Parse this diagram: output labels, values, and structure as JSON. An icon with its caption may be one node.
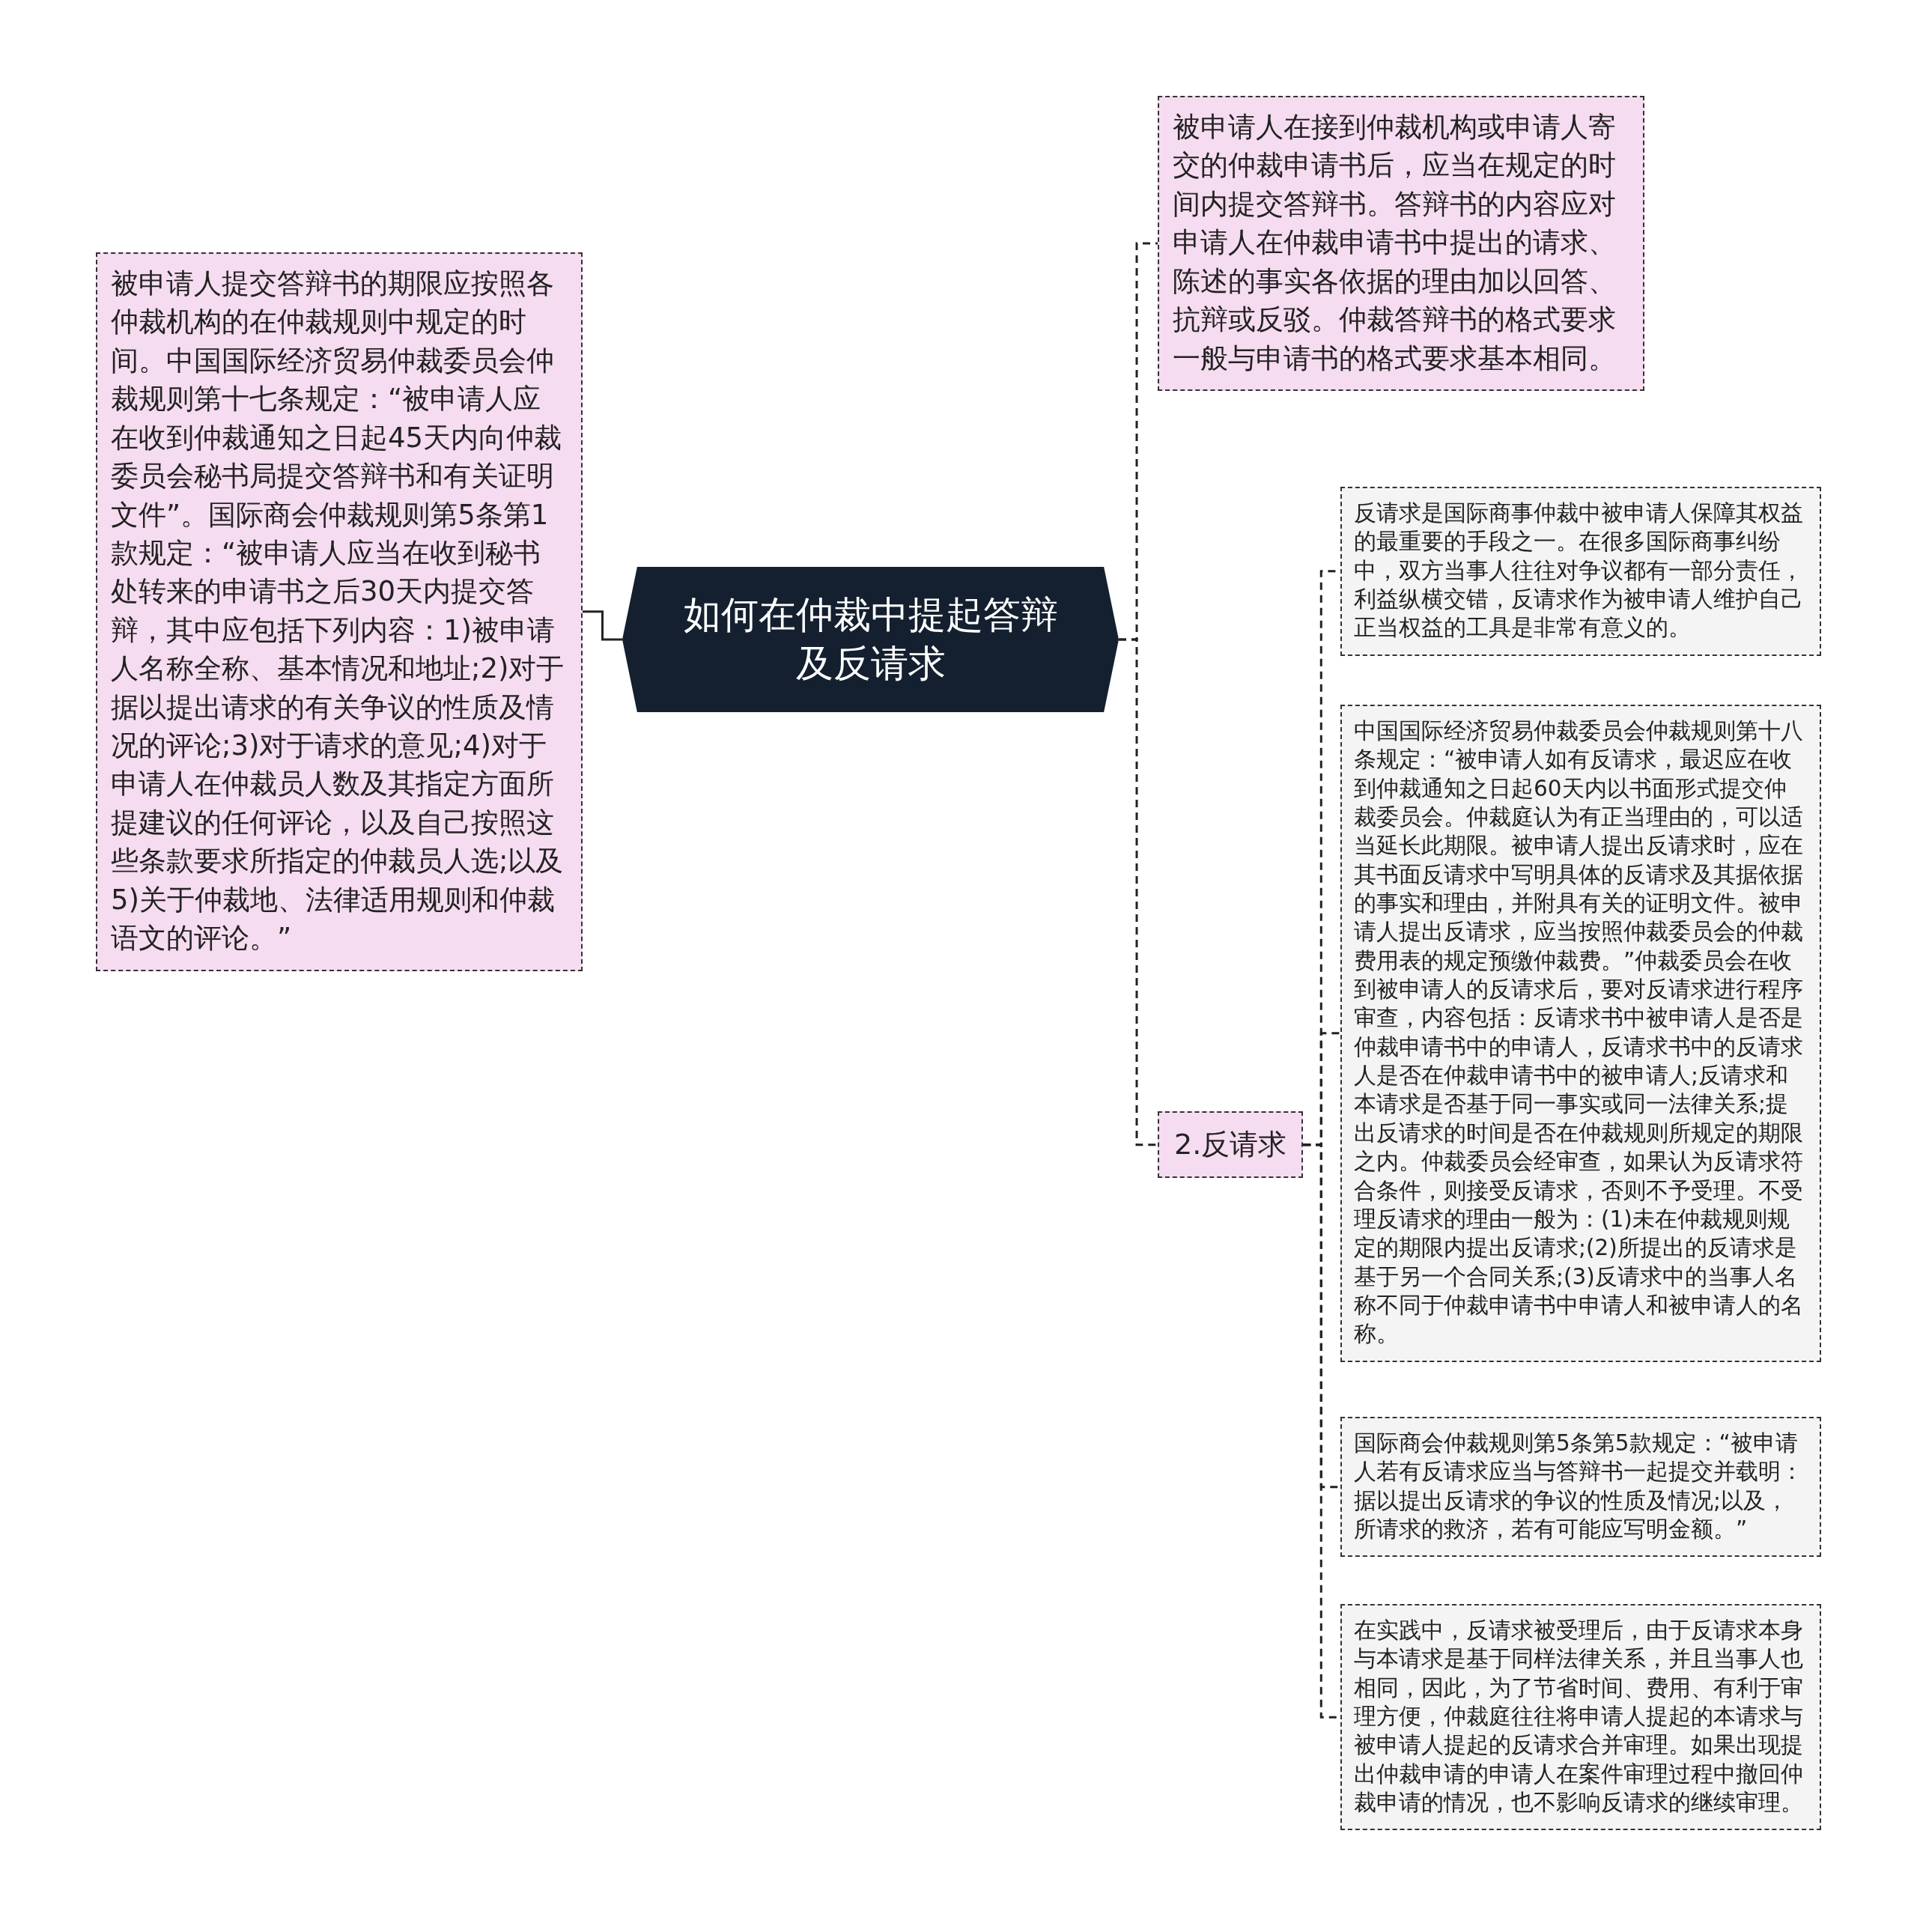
{
  "diagram": {
    "nodes": [
      {
        "text": [
          "如何在仲裁中提起答辩及反请求"
        ]
      },
      {
        "text": [
          "被申请人提交答辩书的期限应按照各仲裁机构的在仲裁规则中规定的时间。中国国际经济贸易仲裁委员会仲裁规则第十七条规定：“被申请人应在收到仲裁通知之日起45天内向仲裁委员会秘书局提交答辩书和有关证明文件”。国际商会仲裁规则第5条第1款规定：“被申请人应当在收到秘书处转来的申请书之后30天内提交答辩，其中应包括下列内容：1)被申请人名称全称、基本情况和地址;2)对于据以提出请求的有关争议的性质及情况的评论;3)对于请求的意见;4)对于申请人在仲裁员人数及其指定方面所提建议的任何评论，以及自己按照这些条款要求所指定的仲裁员人选;以及5)关于仲裁地、法律适用规则和仲裁语文的评论。”"
        ]
      },
      {
        "text": [
          "被申请人在接到仲裁机构或申请人寄交的仲裁申请书后，应当在规定的时间内提交答辩书。答辩书的内容应对申请人在仲裁申请书中提出的请求、陈述的事实各依据的理由加以回答、抗辩或反驳。仲裁答辩书的格式要求一般与申请书的格式要求基本相同。"
        ]
      },
      {
        "text": [
          "2.反请求"
        ]
      },
      {
        "text": [
          "反请求是国际商事仲裁中被申请人保障其权益的最重要的手段之一。在很多国际商事纠纷中，双方当事人往往对争议都有一部分责任，利益纵横交错，反请求作为被申请人维护自己正当权益的工具是非常有意义的。"
        ]
      },
      {
        "text": [
          "中国国际经济贸易仲裁委员会仲裁规则第十八条规定：“被申请人如有反请求，最迟应在收到仲裁通知之日起60天内以书面形式提交仲裁委员会。仲裁庭认为有正当理由的，可以适当延长此期限。被申请人提出反请求时，应在其书面反请求中写明具体的反请求及其据依据的事实和理由，并附具有关的证明文件。被申请人提出反请求，应当按照仲裁委员会的仲裁费用表的规定预缴仲裁费。”仲裁委员会在收到被申请人的反请求后，要对反请求进行程序审查，内容包括：反请求书中被申请人是否是仲裁申请书中的申请人，反请求书中的反请求人是否在仲裁申请书中的被申请人;反请求和本请求是否基于同一事实或同一法律关系;提出反请求的时间是否在仲裁规则所规定的期限之内。仲裁委员会经审查，如果认为反请求符合条件，则接受反请求，否则不予受理。不受理反请求的理由一般为：(1)未在仲裁规则规定的期限内提出反请求;(2)所提出的反请求是基于另一个合同关系;(3)反请求中的当事人名称不同于仲裁申请书中申请人和被申请人的名称。"
        ]
      },
      {
        "text": [
          "国际商会仲裁规则第5条第5款规定：“被申请人若有反请求应当与答辩书一起提交并载明：据以提出反请求的争议的性质及情况;以及，所请求的救济，若有可能应写明金额。”"
        ]
      },
      {
        "text": [
          "在实践中，反请求被受理后，由于反请求本身与本请求是基于同样法律关系，并且当事人也相同，因此，为了节省时间、费用、有利于审理方便，仲裁庭往往将申请人提起的本请求与被申请人提起的反请求合并审理。如果出现提出仲裁申请的申请人在案件审理过程中撤回仲裁申请的情况，也不影响反请求的继续审理。"
        ]
      }
    ],
    "edges": [
      {
        "from": 0,
        "to": 1,
        "arrow": "none"
      },
      {
        "from": 0,
        "to": 2,
        "arrow": "none",
        "style": "dashed"
      },
      {
        "from": 0,
        "to": 3,
        "arrow": "none",
        "style": "dashed"
      },
      {
        "from": 3,
        "to": 4,
        "arrow": "none",
        "style": "dashed"
      },
      {
        "from": 3,
        "to": 5,
        "arrow": "none",
        "style": "dashed"
      },
      {
        "from": 3,
        "to": 6,
        "arrow": "none",
        "style": "dashed"
      },
      {
        "from": 3,
        "to": 7,
        "arrow": "none",
        "style": "dashed"
      }
    ]
  }
}
